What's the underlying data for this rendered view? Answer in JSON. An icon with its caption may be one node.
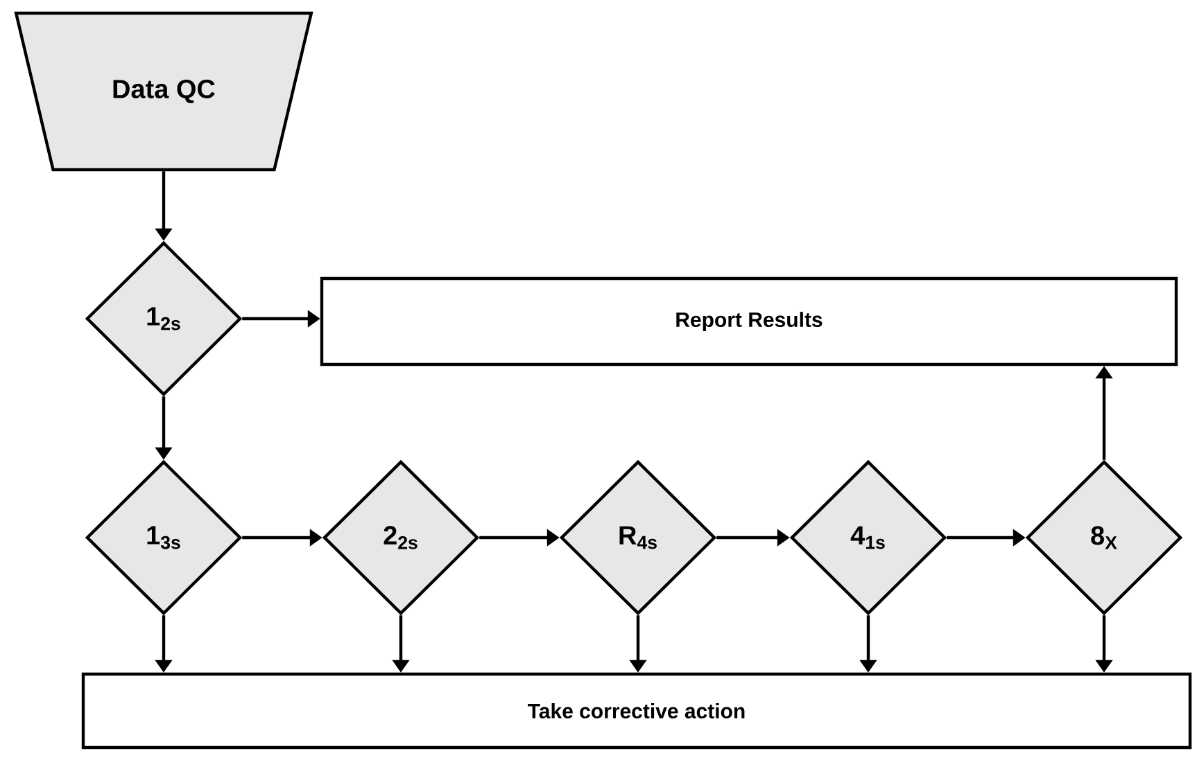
{
  "diagram": {
    "nodes": [
      {
        "text": [
          "Data QC"
        ]
      },
      {
        "text": [
          "1$_{2s}$"
        ]
      },
      {
        "text": [
          "Report Results"
        ]
      },
      {
        "text": [
          "1$_{3s}$"
        ]
      },
      {
        "text": [
          "2$_{2s}$"
        ]
      },
      {
        "text": [
          "R$_{4s}$"
        ]
      },
      {
        "text": [
          "4$_{1s}$"
        ]
      },
      {
        "text": [
          "8$_{X}$"
        ]
      },
      {
        "text": [
          "Take corrective action"
        ]
      }
    ],
    "edges": [
      {
        "from": 0,
        "to": 1,
        "arrow": "to"
      },
      {
        "from": 1,
        "to": 2,
        "arrow": "to"
      },
      {
        "from": 1,
        "to": 3,
        "arrow": "to"
      },
      {
        "from": 3,
        "to": 4,
        "arrow": "to"
      },
      {
        "from": 4,
        "to": 5,
        "arrow": "to"
      },
      {
        "from": 5,
        "to": 6,
        "arrow": "to"
      },
      {
        "from": 6,
        "to": 7,
        "arrow": "to"
      },
      {
        "from": 7,
        "to": 2,
        "arrow": "to"
      },
      {
        "from": 3,
        "to": 8,
        "arrow": "to"
      },
      {
        "from": 4,
        "to": 8,
        "arrow": "to"
      },
      {
        "from": 5,
        "to": 8,
        "arrow": "to"
      },
      {
        "from": 6,
        "to": 8,
        "arrow": "to"
      },
      {
        "from": 7,
        "to": 8,
        "arrow": "to"
      }
    ]
  }
}
